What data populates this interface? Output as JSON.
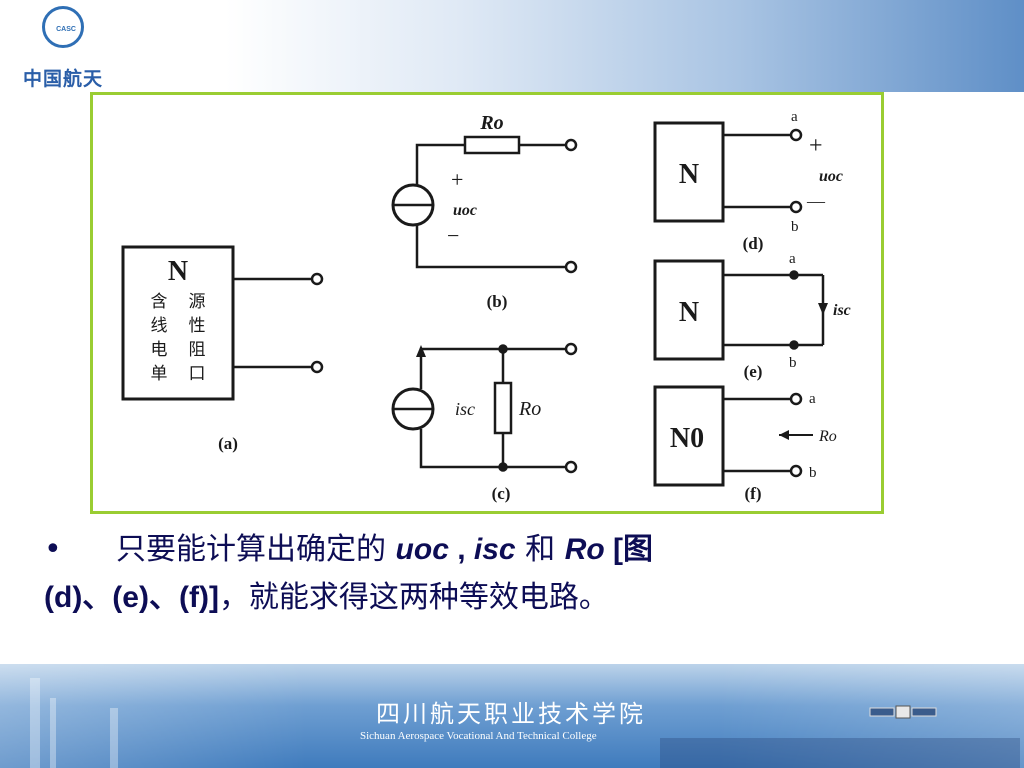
{
  "header": {
    "logo_text": "中国航天",
    "logo_badge": "CASC"
  },
  "diagram": {
    "a": {
      "caption": "(a)",
      "box_title": "N",
      "box_col1": [
        "含",
        "线",
        "电",
        "单"
      ],
      "box_col2": [
        "源",
        "性",
        "阻",
        "口"
      ]
    },
    "b": {
      "caption": "(b)",
      "resistor": "Ro",
      "plus": "+",
      "minus": "−",
      "source": "uoc"
    },
    "c": {
      "caption": "(c)",
      "source": "isc",
      "resistor": "Ro"
    },
    "d": {
      "caption": "(d)",
      "box": "N",
      "a": "a",
      "b": "b",
      "plus": "+",
      "minus": "—",
      "label": "uoc"
    },
    "e": {
      "caption": "(e)",
      "box": "N",
      "a": "a",
      "b": "b",
      "label": "isc"
    },
    "f": {
      "caption": "(f)",
      "box": "N0",
      "a": "a",
      "b": "b",
      "label": "Ro"
    }
  },
  "text": {
    "bullet": "•",
    "seg1": "只要能计算出确定的 ",
    "uoc": "uoc",
    "comma": " , ",
    "isc": "isc",
    "and": " 和 ",
    "ro": "Ro",
    "seg2": " [图",
    "line2a": "(d)、(e)、(f)]",
    "line2b": "，就能求得这两种等效电路。"
  },
  "footer": {
    "title": "四川航天职业技术学院",
    "subtitle": "Sichuan Aerospace Vocational And Technical College"
  },
  "colors": {
    "frame_border": "#9acd32",
    "body_text": "#0d0d55",
    "header_blue": "#5f8fc7"
  }
}
